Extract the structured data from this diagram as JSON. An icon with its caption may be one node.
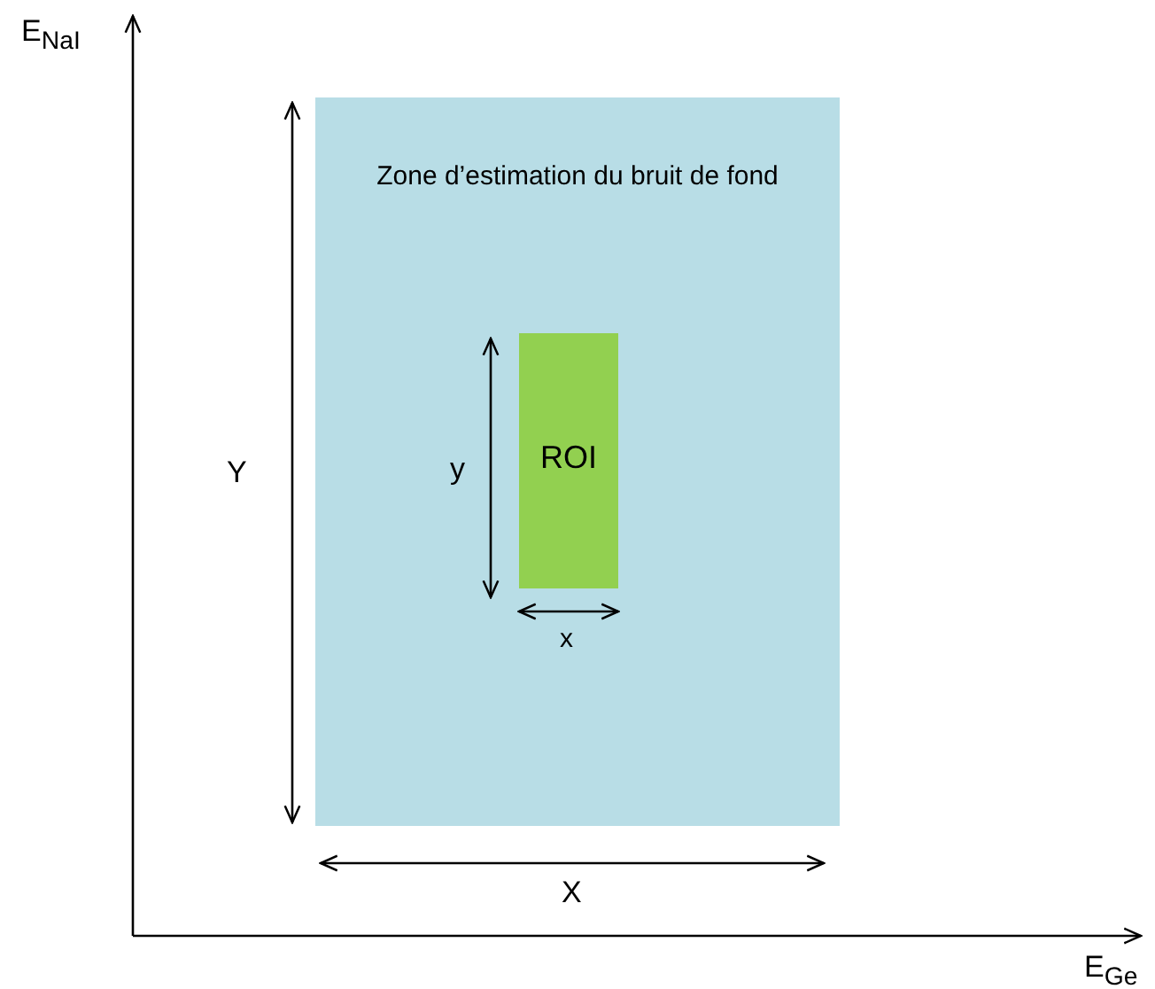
{
  "diagram": {
    "nodes": [
      {
        "text": [
          "Zone d’estimation du bruit de fond"
        ]
      },
      {
        "text": [
          "ROI"
        ],
        "in": 0
      }
    ],
    "labels": [
      "E$_{NaI}$",
      "Y",
      "y",
      "x",
      "X",
      "E$_{Ge}$"
    ]
  }
}
